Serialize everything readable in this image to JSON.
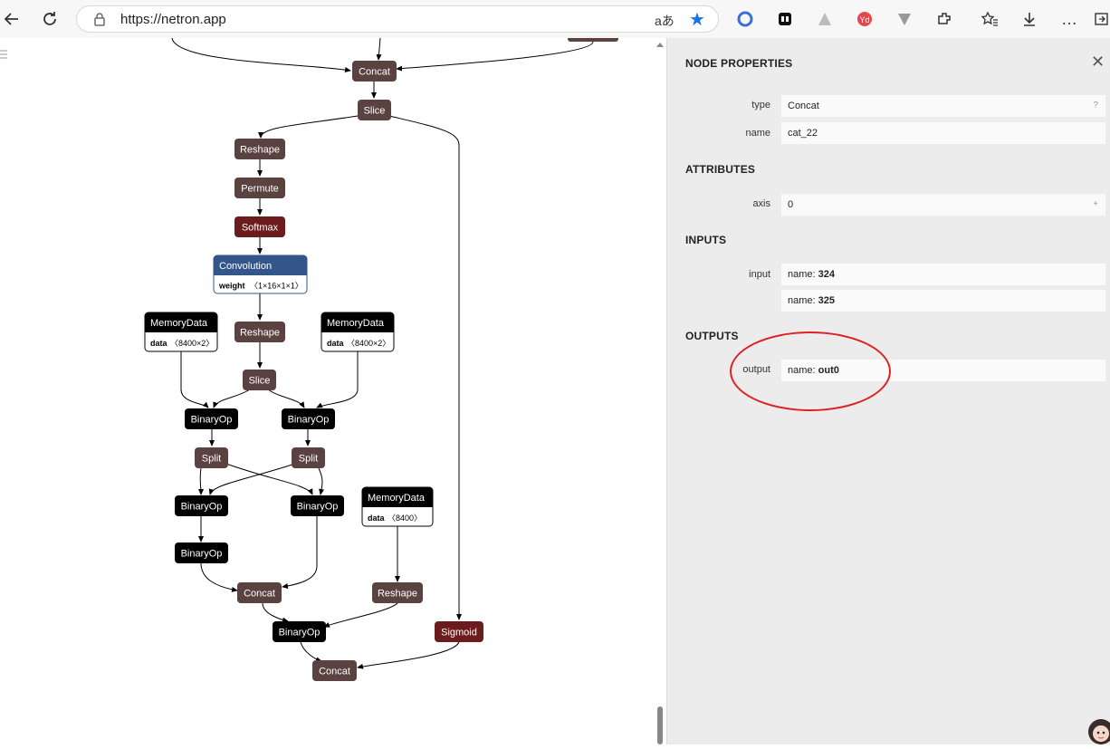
{
  "browser": {
    "url": "https://netron.app",
    "read_aloud_label": "aあ",
    "ext_badge": "Yd"
  },
  "graph": {
    "nodes": {
      "concat_top": "Concat",
      "slice_top": "Slice",
      "reshape1": "Reshape",
      "permute": "Permute",
      "softmax": "Softmax",
      "convolution": "Convolution",
      "conv_attr_name": "weight",
      "conv_attr_value": "〈1×16×1×1〉",
      "memdata1": "MemoryData",
      "memdata1_attr_name": "data",
      "memdata1_attr_value": "〈8400×2〉",
      "reshape2": "Reshape",
      "memdata2": "MemoryData",
      "memdata2_attr_name": "data",
      "memdata2_attr_value": "〈8400×2〉",
      "slice_mid": "Slice",
      "binop1": "BinaryOp",
      "binop2": "BinaryOp",
      "split1": "Split",
      "split2": "Split",
      "binop3": "BinaryOp",
      "binop4": "BinaryOp",
      "memdata3": "MemoryData",
      "memdata3_attr_name": "data",
      "memdata3_attr_value": "〈8400〉",
      "binop5": "BinaryOp",
      "concat_mid": "Concat",
      "reshape3": "Reshape",
      "binop6": "BinaryOp",
      "sigmoid": "Sigmoid",
      "concat_bottom": "Concat"
    },
    "colors": {
      "layer": "#5a4240",
      "activation": "#6b1c1c",
      "conv": "#33558a",
      "data": "#000000"
    }
  },
  "panel": {
    "title": "NODE PROPERTIES",
    "type_label": "type",
    "type_value": "Concat",
    "type_hint": "?",
    "name_label": "name",
    "name_value": "cat_22",
    "attributes_title": "ATTRIBUTES",
    "axis_label": "axis",
    "axis_value": "0",
    "axis_hint": "+",
    "inputs_title": "INPUTS",
    "input_label": "input",
    "input1_prefix": "name: ",
    "input1_name": "324",
    "input2_prefix": "name: ",
    "input2_name": "325",
    "outputs_title": "OUTPUTS",
    "output_label": "output",
    "output_prefix": "name: ",
    "output_name": "out0",
    "highlight_color": "#e02020"
  }
}
